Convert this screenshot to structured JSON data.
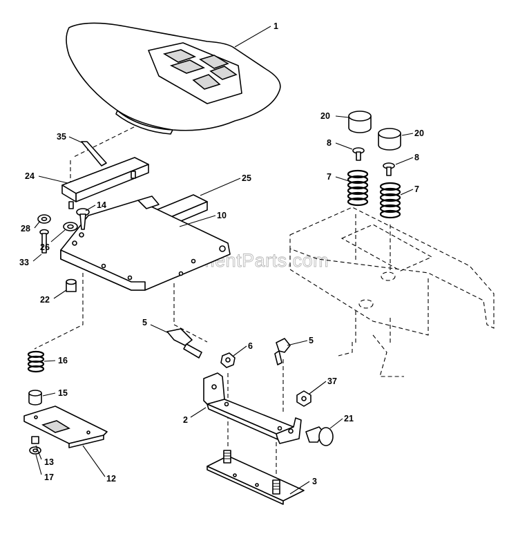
{
  "watermark": "eReplacementParts.com",
  "callouts": {
    "c1": "1",
    "c35": "35",
    "c24": "24",
    "c25": "25",
    "c14": "14",
    "c10": "10",
    "c28": "28",
    "c26": "26",
    "c33": "33",
    "c22": "22",
    "c20a": "20",
    "c20b": "20",
    "c8a": "8",
    "c8b": "8",
    "c7a": "7",
    "c7b": "7",
    "c5a": "5",
    "c5b": "5",
    "c6": "6",
    "c37": "37",
    "c16": "16",
    "c15": "15",
    "c2": "2",
    "c21": "21",
    "c13": "13",
    "c12": "12",
    "c17": "17",
    "c3": "3"
  }
}
